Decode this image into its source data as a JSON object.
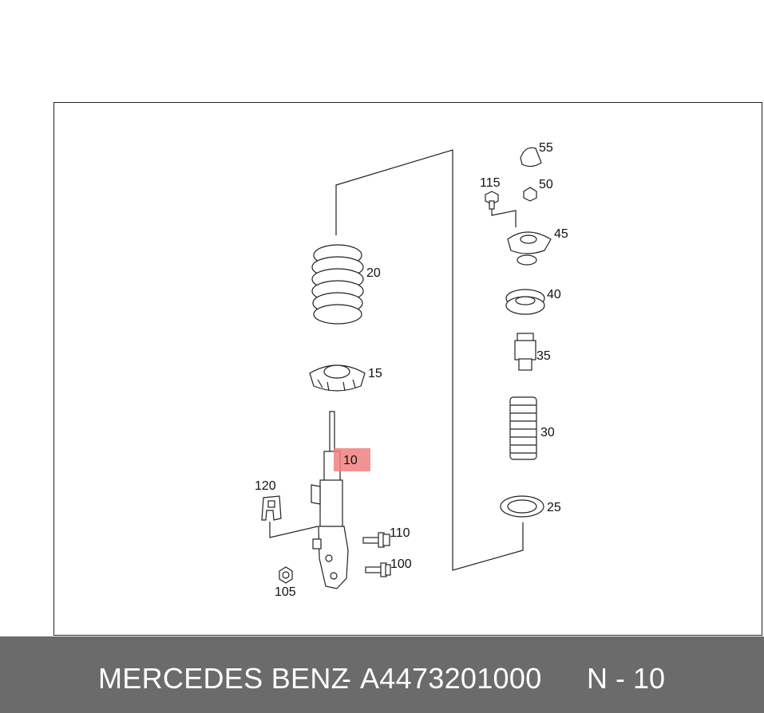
{
  "diagram": {
    "callouts": {
      "c10": "10",
      "c15": "15",
      "c20": "20",
      "c25": "25",
      "c30": "30",
      "c35": "35",
      "c40": "40",
      "c45": "45",
      "c50": "50",
      "c55": "55",
      "c100": "100",
      "c105": "105",
      "c110": "110",
      "c115": "115",
      "c120": "120"
    },
    "highlight_color": "#f08080"
  },
  "footer": {
    "brand": "MERCEDES BENZ",
    "separator": "-",
    "part_number": "A4473201000",
    "position": "N - 10",
    "background_color": "#6b6b6b"
  }
}
